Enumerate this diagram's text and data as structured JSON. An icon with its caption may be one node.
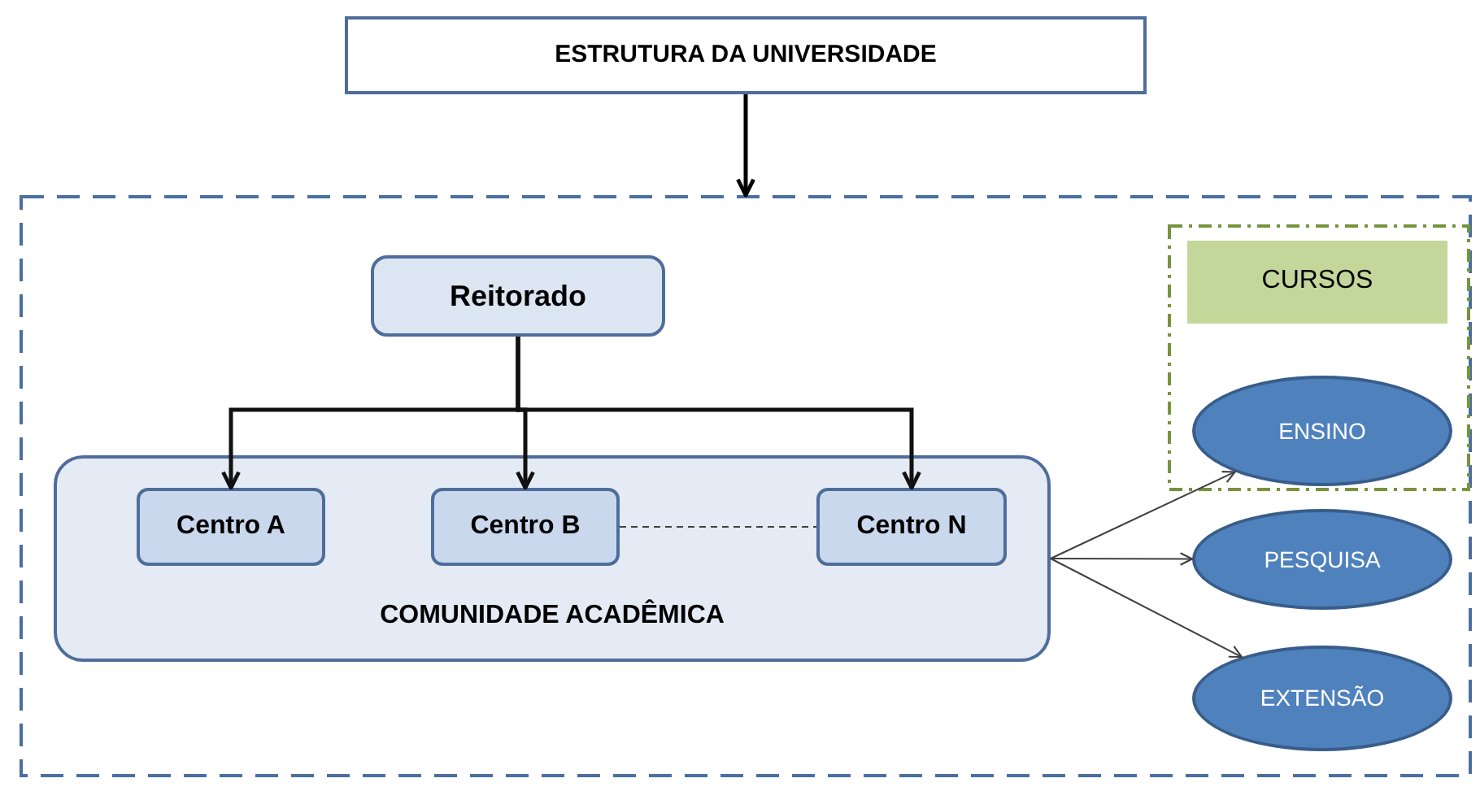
{
  "diagram": {
    "nodes": [
      {
        "text": [
          "ESTRUTURA DA UNIVERSIDADE"
        ]
      },
      {
        "text": [],
        "shape": "box"
      },
      {
        "text": [
          "Reitorado"
        ],
        "in": 1
      },
      {
        "text": [
          "COMUNIDADE ACADÊMICA"
        ],
        "in": 1
      },
      {
        "text": [
          "Centro A"
        ],
        "in": 3
      },
      {
        "text": [
          "Centro B"
        ],
        "in": 3
      },
      {
        "text": [
          "Centro N"
        ],
        "in": 3
      },
      {
        "text": [],
        "shape": "box",
        "in": 1
      },
      {
        "text": [
          "CURSOS"
        ],
        "in": 7
      },
      {
        "text": [
          "ENSINO"
        ],
        "in": 7
      },
      {
        "text": [
          "PESQUISA"
        ],
        "in": 1
      },
      {
        "text": [
          "EXTENSÃO"
        ],
        "in": 1
      }
    ],
    "edges": [
      {
        "from": 0,
        "to": 1,
        "arrow": "to",
        "style": "thick"
      },
      {
        "from": 2,
        "to": 4,
        "arrow": "to",
        "style": "thick"
      },
      {
        "from": 2,
        "to": 5,
        "arrow": "to",
        "style": "thick"
      },
      {
        "from": 2,
        "to": 6,
        "arrow": "to",
        "style": "thick"
      },
      {
        "from": 5,
        "to": 6,
        "arrow": "none",
        "style": "dashed"
      },
      {
        "from": 3,
        "to": 9,
        "arrow": "to"
      },
      {
        "from": 3,
        "to": 10,
        "arrow": "to"
      },
      {
        "from": 3,
        "to": 11,
        "arrow": "to"
      }
    ]
  }
}
